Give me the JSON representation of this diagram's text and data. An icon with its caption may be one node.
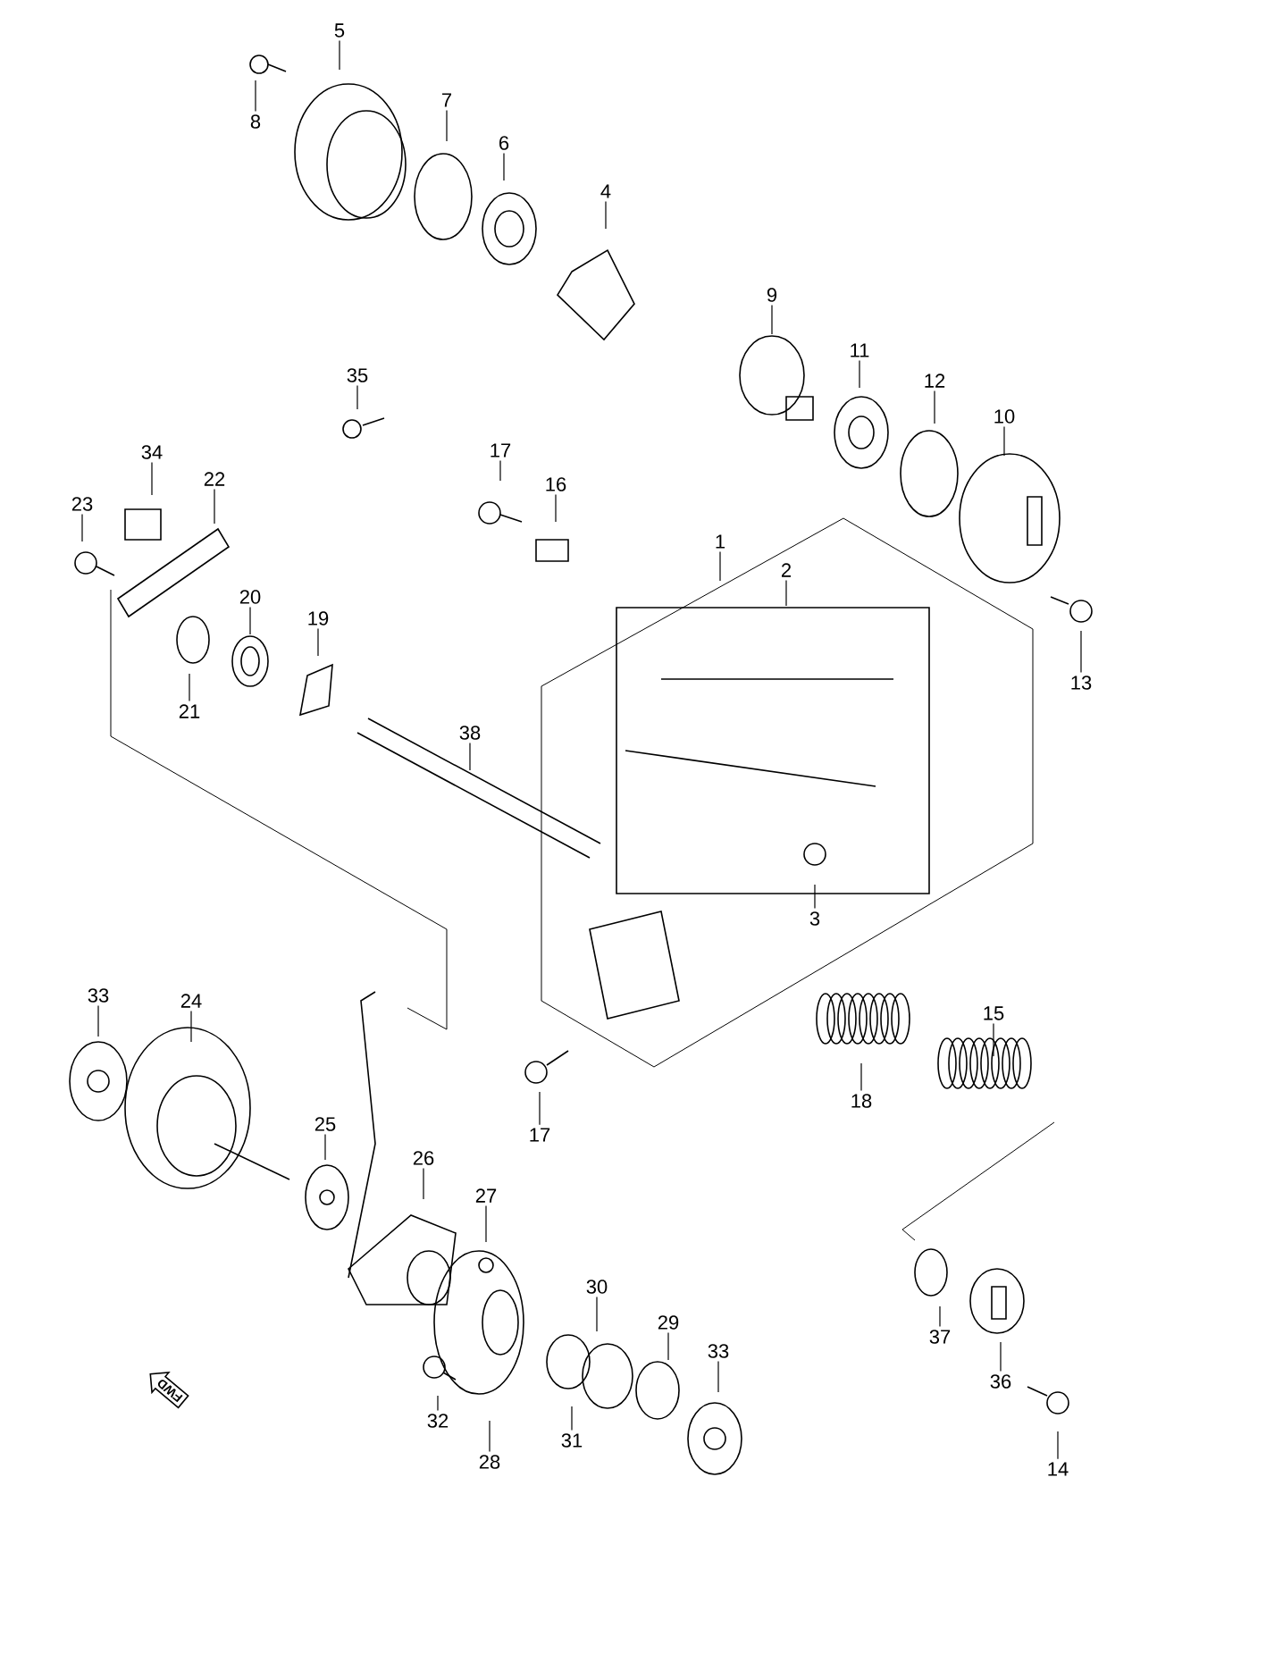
{
  "diagram": {
    "nodes": [
      {
        "text": [
          "5"
        ]
      },
      {
        "text": [
          "7"
        ]
      },
      {
        "text": [
          "8"
        ]
      },
      {
        "text": [
          "6"
        ]
      },
      {
        "text": [
          "4"
        ]
      },
      {
        "text": [
          "9"
        ]
      },
      {
        "text": [
          "11"
        ]
      },
      {
        "text": [
          "35"
        ]
      },
      {
        "text": [
          "12"
        ]
      },
      {
        "text": [
          "10"
        ]
      },
      {
        "text": [
          "17"
        ]
      },
      {
        "text": [
          "34"
        ]
      },
      {
        "text": [
          "16"
        ]
      },
      {
        "text": [
          "22"
        ]
      },
      {
        "text": [
          "23"
        ]
      },
      {
        "text": [
          "1"
        ]
      },
      {
        "text": [
          "2"
        ]
      },
      {
        "text": [
          "20"
        ]
      },
      {
        "text": [
          "19"
        ]
      },
      {
        "text": [
          "13"
        ]
      },
      {
        "text": [
          "21"
        ]
      },
      {
        "text": [
          "38"
        ]
      },
      {
        "text": [
          "3"
        ]
      },
      {
        "text": [
          "33"
        ]
      },
      {
        "text": [
          "24"
        ]
      },
      {
        "text": [
          "15"
        ]
      },
      {
        "text": [
          "18"
        ]
      },
      {
        "text": [
          "17"
        ]
      },
      {
        "text": [
          "25"
        ]
      },
      {
        "text": [
          "26"
        ]
      },
      {
        "text": [
          "27"
        ]
      },
      {
        "text": [
          "30"
        ]
      },
      {
        "text": [
          "29"
        ]
      },
      {
        "text": [
          "37"
        ]
      },
      {
        "text": [
          "33"
        ]
      },
      {
        "text": [
          "36"
        ]
      },
      {
        "text": [
          "32"
        ]
      },
      {
        "text": [
          "31"
        ]
      },
      {
        "text": [
          "28"
        ]
      },
      {
        "text": [
          "14"
        ]
      }
    ],
    "edges": [
      {
        "from": 0,
        "to": null,
        "arrow": "none"
      },
      {
        "from": 1,
        "to": null,
        "arrow": "none"
      },
      {
        "from": 2,
        "to": null,
        "arrow": "none"
      },
      {
        "from": 3,
        "to": null,
        "arrow": "none"
      },
      {
        "from": 4,
        "to": null,
        "arrow": "none"
      },
      {
        "from": 5,
        "to": null,
        "arrow": "none"
      },
      {
        "from": 6,
        "to": null,
        "arrow": "none"
      },
      {
        "from": 7,
        "to": null,
        "arrow": "none"
      },
      {
        "from": 8,
        "to": null,
        "arrow": "none"
      },
      {
        "from": 9,
        "to": null,
        "arrow": "none"
      },
      {
        "from": 10,
        "to": null,
        "arrow": "none"
      },
      {
        "from": 11,
        "to": null,
        "arrow": "none"
      },
      {
        "from": 12,
        "to": null,
        "arrow": "none"
      },
      {
        "from": 13,
        "to": null,
        "arrow": "none"
      },
      {
        "from": 14,
        "to": null,
        "arrow": "none"
      },
      {
        "from": 15,
        "to": null,
        "arrow": "none"
      },
      {
        "from": 16,
        "to": null,
        "arrow": "none"
      },
      {
        "from": 17,
        "to": null,
        "arrow": "none"
      },
      {
        "from": 18,
        "to": null,
        "arrow": "none"
      },
      {
        "from": 19,
        "to": null,
        "arrow": "none"
      },
      {
        "from": 20,
        "to": null,
        "arrow": "none"
      },
      {
        "from": 21,
        "to": null,
        "arrow": "none"
      },
      {
        "from": 22,
        "to": null,
        "arrow": "none"
      },
      {
        "from": 23,
        "to": null,
        "arrow": "none"
      },
      {
        "from": 24,
        "to": null,
        "arrow": "none"
      },
      {
        "from": 25,
        "to": null,
        "arrow": "none"
      },
      {
        "from": 26,
        "to": null,
        "arrow": "none"
      },
      {
        "from": 27,
        "to": null,
        "arrow": "none"
      },
      {
        "from": 28,
        "to": null,
        "arrow": "none"
      },
      {
        "from": 29,
        "to": null,
        "arrow": "none"
      },
      {
        "from": 30,
        "to": null,
        "arrow": "none"
      },
      {
        "from": 31,
        "to": null,
        "arrow": "none"
      },
      {
        "from": 32,
        "to": null,
        "arrow": "none"
      },
      {
        "from": 33,
        "to": null,
        "arrow": "none"
      },
      {
        "from": 34,
        "to": null,
        "arrow": "none"
      },
      {
        "from": 35,
        "to": null,
        "arrow": "none"
      },
      {
        "from": 36,
        "to": null,
        "arrow": "none"
      },
      {
        "from": 37,
        "to": null,
        "arrow": "none"
      },
      {
        "from": 38,
        "to": null,
        "arrow": "none"
      },
      {
        "from": 39,
        "to": null,
        "arrow": "none"
      }
    ],
    "labels": [
      "FWD"
    ]
  }
}
